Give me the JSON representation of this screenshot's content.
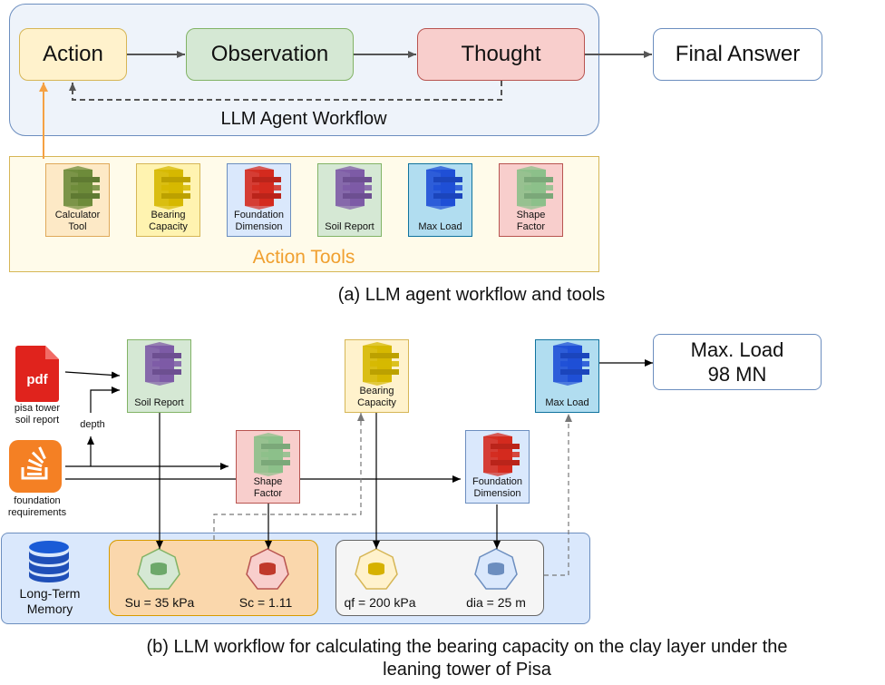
{
  "part_a": {
    "workflow": {
      "action": "Action",
      "observation": "Observation",
      "thought": "Thought",
      "final_answer": "Final Answer",
      "container_label": "LLM Agent Workflow"
    },
    "tools_label": "Action Tools",
    "tools": [
      {
        "label": "Calculator\nTool",
        "color": "#6d8b3a",
        "bg": "#fde9c6",
        "border": "#e0a95a"
      },
      {
        "label": "Bearing\nCapacity",
        "color": "#d6b800",
        "bg": "#fff3b0",
        "border": "#d6b656"
      },
      {
        "label": "Foundation\nDimension",
        "color": "#d42a1e",
        "bg": "#dae8fc",
        "border": "#6c8ebf"
      },
      {
        "label": "Soil Report",
        "color": "#7d5ba6",
        "bg": "#d5e8d4",
        "border": "#82b366"
      },
      {
        "label": "Max Load",
        "color": "#1f4fd6",
        "bg": "#b1ddf0",
        "border": "#10739e"
      },
      {
        "label": "Shape\nFactor",
        "color": "#8cc08a",
        "bg": "#f8cecc",
        "border": "#b85450"
      }
    ],
    "caption": "(a) LLM agent workflow and tools"
  },
  "part_b": {
    "pdf_icon_text": "pdf",
    "pdf_label": "pisa tower\nsoil report",
    "depth_label": "depth",
    "foundation_label": "foundation\nrequirements",
    "soil_report": "Soil Report",
    "shape_factor": "Shape\nFactor",
    "bearing_capacity": "Bearing\nCapacity",
    "foundation_dimension": "Foundation\nDimension",
    "max_load": "Max Load",
    "result": {
      "line1": "Max. Load",
      "line2": "98 MN"
    },
    "memory_label": "Long-Term\nMemory",
    "memory_values": [
      "Su = 35 kPa",
      "Sc = 1.11",
      "qf = 200 kPa",
      "dia = 25 m"
    ],
    "caption_line1": "(b) LLM workflow for calculating the bearing capacity on the clay layer under the",
    "caption_line2": "leaning tower of Pisa"
  }
}
